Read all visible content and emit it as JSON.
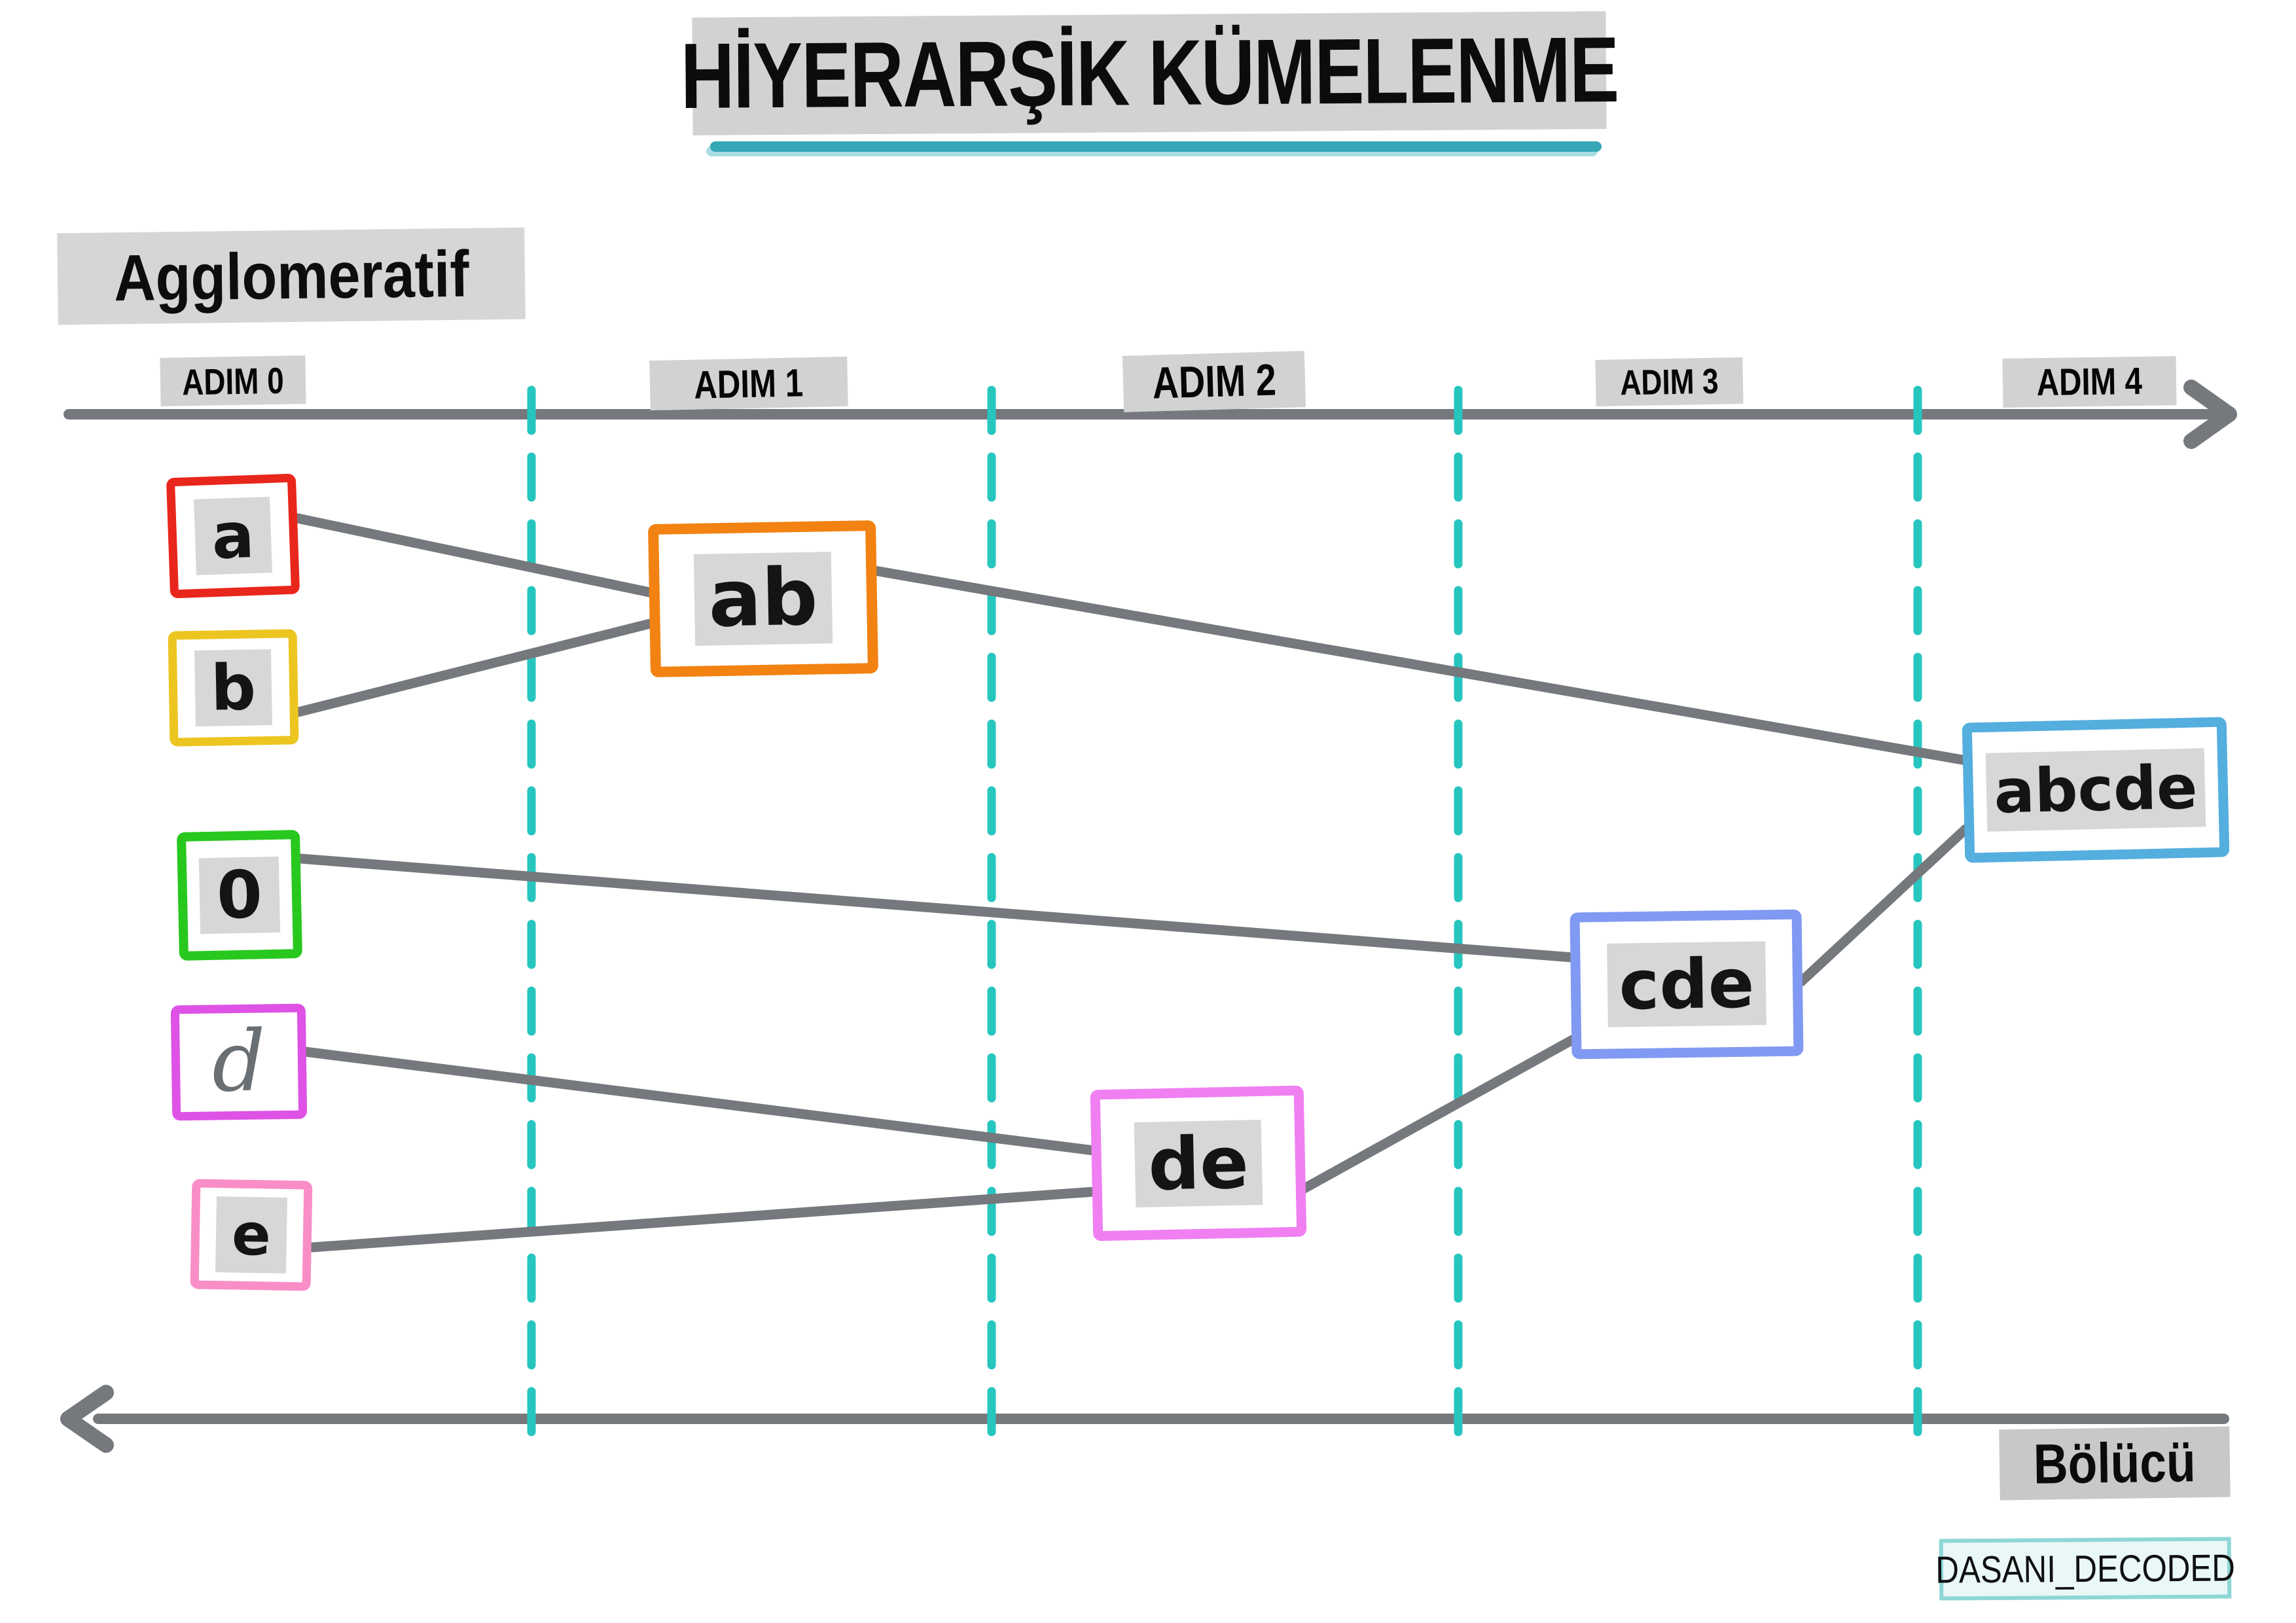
{
  "title": {
    "text": "HİYERARŞİK KÜMELENME"
  },
  "labels": {
    "agglomerative": "Agglomeratif",
    "divisive": "Bölücü",
    "watermark": "DASANI_DECODED"
  },
  "timeline": {
    "direction_top": "left-to-right",
    "direction_bottom": "right-to-left",
    "steps": [
      {
        "label": "ADIM 0"
      },
      {
        "label": "ADIM 1"
      },
      {
        "label": "ADIM 2"
      },
      {
        "label": "ADIM 3"
      },
      {
        "label": "ADIM 4"
      }
    ]
  },
  "clusters": [
    {
      "id": "a",
      "label": "a",
      "border_color": "#e8261c"
    },
    {
      "id": "b",
      "label": "b",
      "border_color": "#ecc520"
    },
    {
      "id": "c",
      "label": "0",
      "border_color": "#28c81e"
    },
    {
      "id": "d",
      "label": "d",
      "border_color": "#de52e6"
    },
    {
      "id": "e",
      "label": "e",
      "border_color": "#f98ec6"
    },
    {
      "id": "ab",
      "label": "ab",
      "border_color": "#f28211"
    },
    {
      "id": "de",
      "label": "de",
      "border_color": "#f07ff2"
    },
    {
      "id": "cde",
      "label": "cde",
      "border_color": "#8099f2"
    },
    {
      "id": "abcde",
      "label": "abcde",
      "border_color": "#54aede"
    }
  ],
  "edges": [
    {
      "from": "a",
      "to": "ab"
    },
    {
      "from": "b",
      "to": "ab"
    },
    {
      "from": "c",
      "to": "cde"
    },
    {
      "from": "d",
      "to": "de"
    },
    {
      "from": "e",
      "to": "de"
    },
    {
      "from": "de",
      "to": "cde"
    },
    {
      "from": "ab",
      "to": "abcde"
    },
    {
      "from": "cde",
      "to": "abcde"
    }
  ],
  "colors": {
    "axis_gray": "#75787c",
    "divider_teal": "#26c6bf",
    "title_underline": "#35a7b6",
    "label_highlight": "#d7d7d7"
  }
}
